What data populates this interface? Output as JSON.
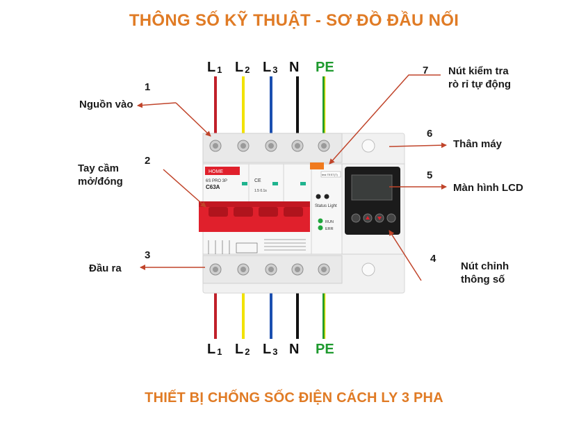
{
  "title_top": "THÔNG SỐ KỸ THUẬT - SƠ ĐỒ ĐẦU NỐI",
  "title_bottom": "THIẾT BỊ CHỐNG SỐC ĐIỆN CÁCH LY 3 PHA",
  "wires": [
    {
      "letter": "L",
      "sub": "1",
      "color": "#c0202a"
    },
    {
      "letter": "L",
      "sub": "2",
      "color": "#f2e200"
    },
    {
      "letter": "L",
      "sub": "3",
      "color": "#1b4fb0"
    },
    {
      "letter": "N",
      "sub": "",
      "color": "#111111"
    },
    {
      "letter": "PE",
      "sub": "",
      "color": "#1e9a2e",
      "stripe": "#e8e000"
    }
  ],
  "callouts": [
    {
      "num": "1",
      "label": "Nguồn vào"
    },
    {
      "num": "2",
      "label": "Tay cầm\nmở/đóng"
    },
    {
      "num": "3",
      "label": "Đầu ra"
    },
    {
      "num": "4",
      "label": "Nút chỉnh\nthông số"
    },
    {
      "num": "5",
      "label": "Màn hình LCD"
    },
    {
      "num": "6",
      "label": "Thân máy"
    },
    {
      "num": "7",
      "label": "Nút kiểm tra\nrò rỉ tự động"
    }
  ],
  "device": {
    "brand": "HOME",
    "model": "6S PRO 3P",
    "rating": "C63A",
    "status_light": "Status Light",
    "run": "RUN",
    "err": "ERR",
    "test": "test  TEST(T)",
    "ce": "CE",
    "spec": "1.5  0.1s"
  },
  "colors": {
    "accent": "#e07b25",
    "arrow": "#c0442a",
    "handle": "#e0202c"
  }
}
